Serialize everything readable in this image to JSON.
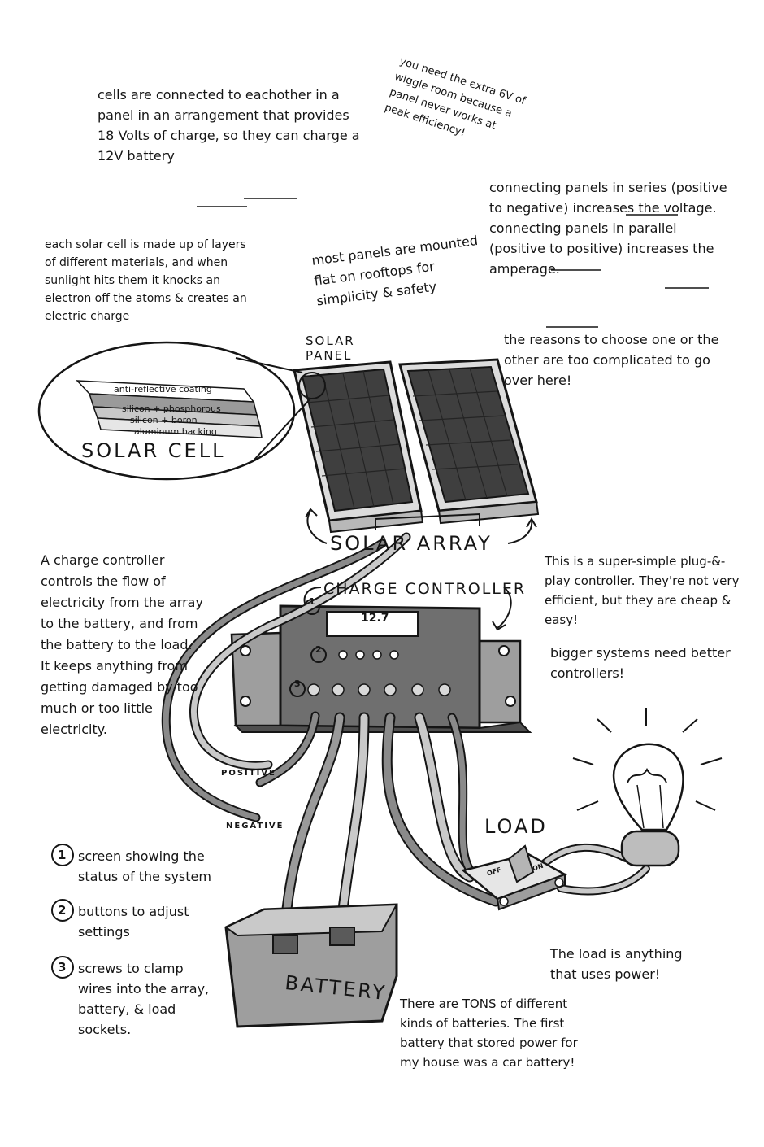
{
  "notes": {
    "cells_panel": "cells are connected to eachother in a panel in an arrangement that provides 18 Volts of charge, so they can charge a 12V battery",
    "wiggle": "you need the extra 6V of wiggle room because a panel never works at peak efficiency!",
    "series_parallel": "connecting panels in series (positive to negative) increases the voltage. connecting panels in parallel (positive to positive) increases the amperage.",
    "reasons": "the reasons to choose one or the other are too complicated to go over here!",
    "solar_cell_desc": "each solar cell is made up of layers of different materials, and when sunlight hits them it knocks an electron off the atoms & creates an electric charge",
    "mounted": "most panels are mounted flat on rooftops for simplicity & safety",
    "controller_desc": "A charge controller controls the flow of electricity from the array to the battery, and from the battery to the load. It keeps anything from getting damaged by too much or too little electricity.",
    "plug_play": "This is a super-simple plug-&-play controller. They're not very efficient, but they are cheap & easy!",
    "bigger": "bigger systems need better controllers!",
    "load_desc": "The load is anything that uses power!",
    "batteries": "There are TONS of different kinds of batteries. The first battery that stored power for my house was a car battery!"
  },
  "legend": [
    {
      "num": "1",
      "text": "screen showing the status of the system"
    },
    {
      "num": "2",
      "text": "buttons to adjust settings"
    },
    {
      "num": "3",
      "text": "screws to clamp wires into the array, battery, & load sockets."
    }
  ],
  "labels": {
    "solar_panel": "SOLAR PANEL",
    "solar_cell": "SOLAR CELL",
    "solar_array": "SOLAR ARRAY",
    "charge_controller": "CHARGE CONTROLLER",
    "load": "LOAD",
    "battery": "BATTERY",
    "positive": "POSITIVE",
    "negative": "NEGATIVE",
    "screen_value": "12.7",
    "switch_off": "OFF",
    "switch_on": "ON",
    "marker_1": "1",
    "marker_2": "2",
    "marker_3": "3"
  },
  "layers": [
    "anti-reflective coating",
    "silicon + phosphorous",
    "silicon + boron",
    "aluminum backing"
  ],
  "colors": {
    "ink": "#151515",
    "panel_dark": "#3f3f3f",
    "shade": "#8a8a8a",
    "light_shade": "#c9c9c9"
  }
}
